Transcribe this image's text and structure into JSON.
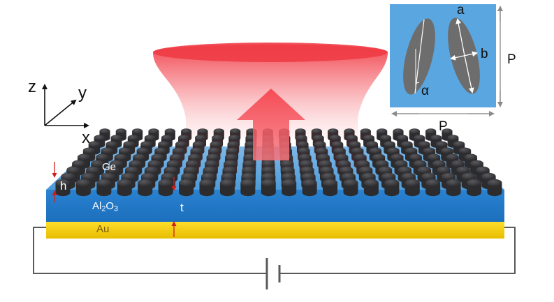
{
  "labels": {
    "axis_z": "z",
    "axis_y": "y",
    "axis_x": "x",
    "material_pillars": "Ge",
    "pillar_height": "h",
    "dielectric_base": "Al",
    "dielectric_sub1": "2",
    "dielectric_mid": "O",
    "dielectric_sub2": "3",
    "dielectric_thickness": "t",
    "metal": "Au",
    "inset_a": "a",
    "inset_b": "b",
    "inset_alpha": "α",
    "period_vertical": "P",
    "period_horizontal": "P"
  },
  "colors": {
    "alumina": "#2f86cf",
    "gold": "#f4cf00",
    "germanium": "#2c2c2f",
    "emission": "#f24a52",
    "inset_background": "#5aa6e0",
    "ellipse": "#6d6d6d",
    "circuit_wire": "#5a5a5a",
    "height_marker": "#d11d1d"
  },
  "array": {
    "rows": 9,
    "columns": 22
  }
}
